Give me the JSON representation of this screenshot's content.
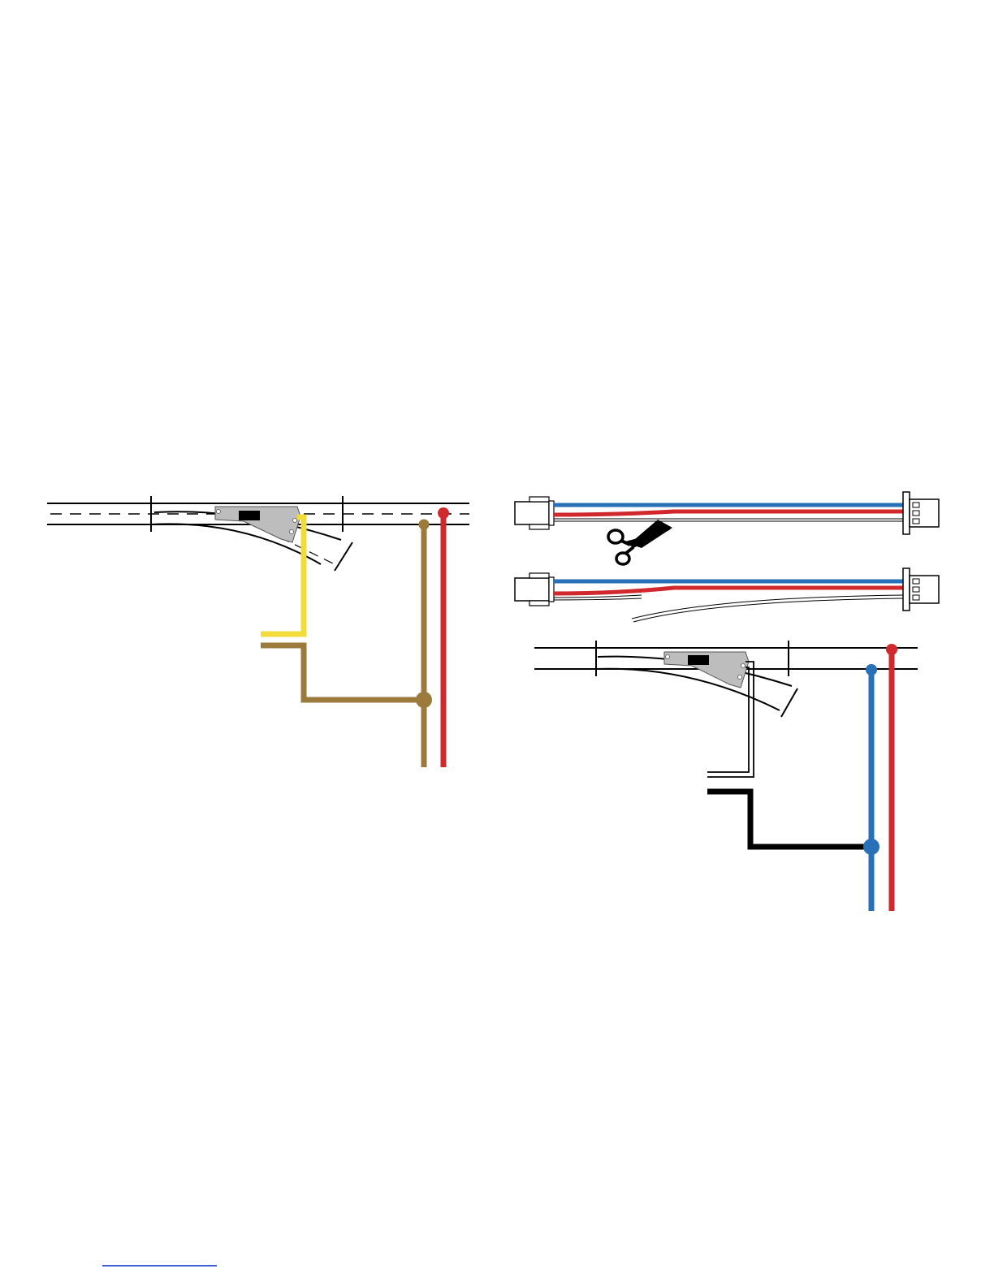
{
  "diagram": {
    "colors": {
      "rail": "#000000",
      "turnout_body": "#bdbdbd",
      "yellow_wire": "#f2dc3b",
      "brown_wire": "#9c7a3c",
      "red_wire": "#d0282c",
      "blue_wire": "#2870b8",
      "black_wire": "#000000",
      "white_wire": "#ffffff",
      "footer_line": "#3b5fd0"
    },
    "left_panel": {
      "components": [
        "track-rails",
        "center-dashes",
        "turnout",
        "turnout-machine",
        "yellow-wire",
        "brown-wire",
        "red-wire",
        "brown-junction",
        "red-connector"
      ]
    },
    "right_panel": {
      "cables": [
        {
          "name": "cable-original",
          "wires": [
            "blue",
            "red",
            "white"
          ],
          "cut": true
        },
        {
          "name": "cable-cut",
          "wires": [
            "blue",
            "red"
          ],
          "separated": "white"
        }
      ],
      "icons": [
        "scissors-icon"
      ],
      "components": [
        "track-rails",
        "turnout",
        "turnout-machine",
        "white-wire",
        "black-wire",
        "blue-wire",
        "red-wire",
        "blue-junction",
        "red-connector"
      ]
    }
  }
}
